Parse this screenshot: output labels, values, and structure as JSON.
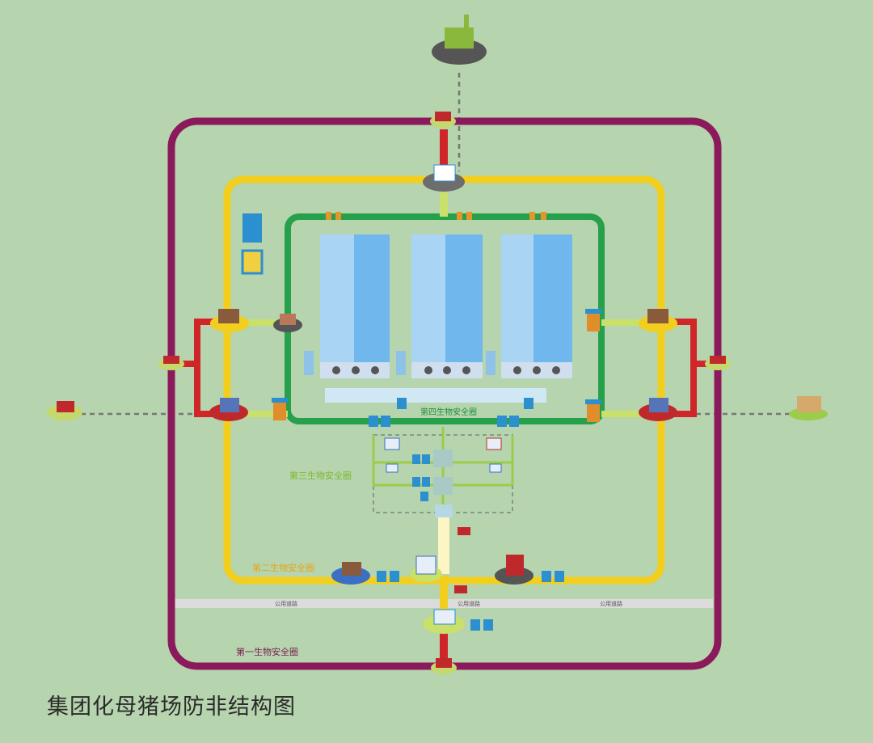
{
  "title": "集团化母猪场防非结构图",
  "circles": {
    "first": "第一生物安全圈",
    "second": "第二生物安全圈",
    "third": "第三生物安全圈",
    "fourth": "第四生物安全圈"
  },
  "roads": [
    "公用道路",
    "公用道路",
    "公用道路"
  ],
  "colors": {
    "first_circle": "#8b1a5c",
    "second_circle": "#f2cf1f",
    "fourth_circle": "#26a04b",
    "third_circle": "#9acd4a",
    "red_link": "#d0262a",
    "barn_blue": "#6fb7ec",
    "background": "#b6d4ad"
  }
}
